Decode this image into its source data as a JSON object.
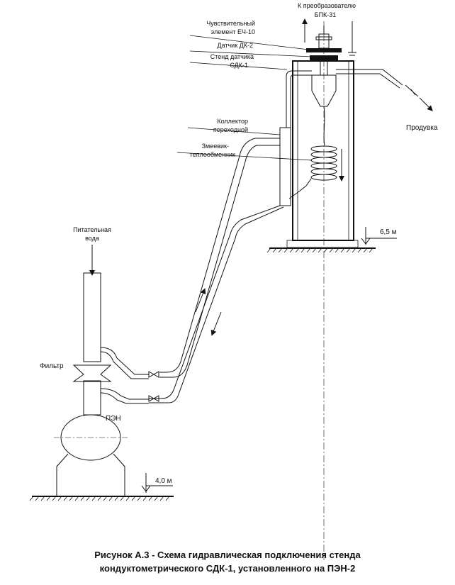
{
  "labels": {
    "converter": [
      "К преобразователю",
      "БПК-31"
    ],
    "sensing_element": [
      "Чувствительный",
      "элемент ЕЧ-10"
    ],
    "sensor": [
      "Датчик ДК-2"
    ],
    "stand": [
      "Стенд датчика",
      "СДК-1"
    ],
    "collector": [
      "Коллектор",
      "переходной"
    ],
    "coil": [
      "Змеевик-",
      "теплообменник"
    ],
    "purge": "Продувка",
    "level_top": "6,5 м",
    "feed_water": [
      "Питательная",
      "вода"
    ],
    "filter": "Фильтр",
    "pump": "ПЭН",
    "level_bottom": "4,0 м"
  },
  "caption": {
    "line1": "Рисунок А.3  - Схема гидравлическая подключения стенда",
    "line2": "кондуктометрического СДК-1, установленного на ПЭН-2"
  }
}
